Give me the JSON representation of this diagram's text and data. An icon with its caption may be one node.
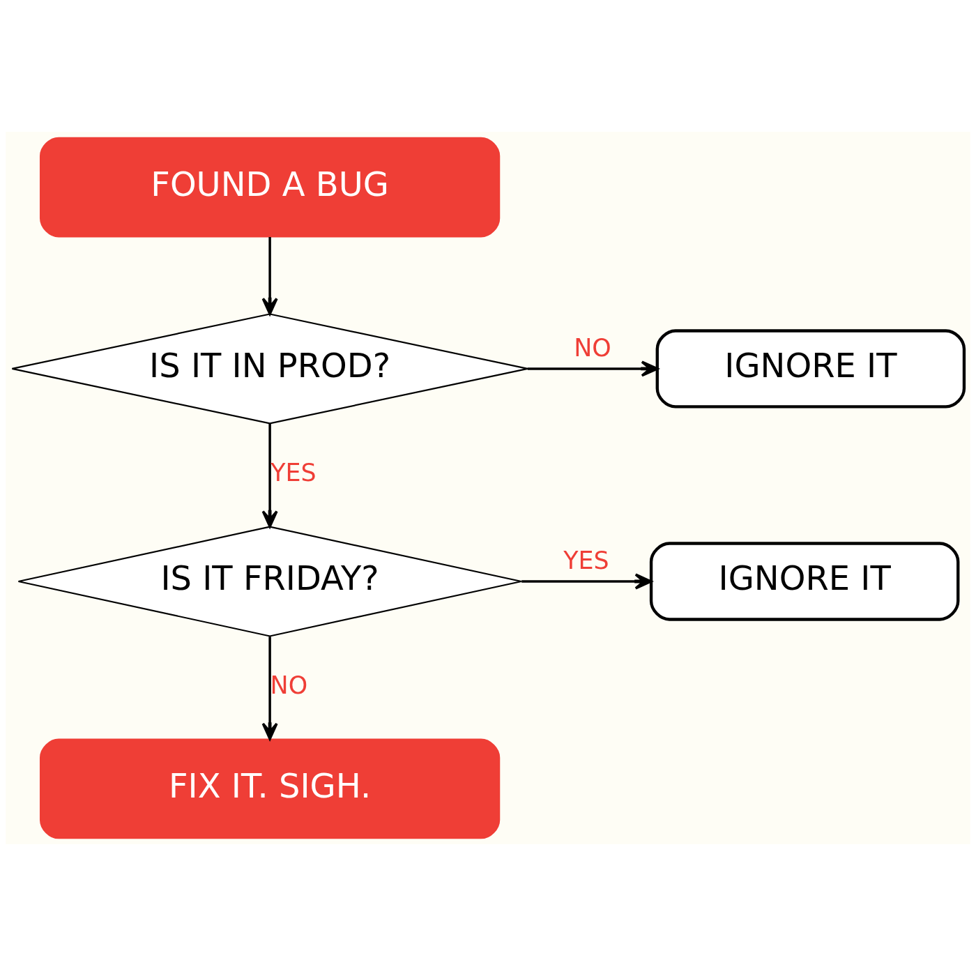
{
  "diagram": {
    "nodes": [
      {
        "text": [
          "FOUND A BUG"
        ]
      },
      {
        "text": [
          "IS IT IN PROD?"
        ]
      },
      {
        "text": [
          "IGNORE IT"
        ]
      },
      {
        "text": [
          "IS IT FRIDAY?"
        ]
      },
      {
        "text": [
          "IGNORE IT"
        ]
      },
      {
        "text": [
          "FIX IT. SIGH."
        ]
      }
    ],
    "edges": [
      {
        "from": 0,
        "to": 1,
        "arrow": "to"
      },
      {
        "from": 1,
        "to": 2,
        "arrow": "to",
        "label": "NO"
      },
      {
        "from": 1,
        "to": 3,
        "arrow": "to",
        "label": "YES"
      },
      {
        "from": 3,
        "to": 4,
        "arrow": "to",
        "label": "YES"
      },
      {
        "from": 3,
        "to": 5,
        "arrow": "to",
        "label": "NO"
      }
    ]
  }
}
